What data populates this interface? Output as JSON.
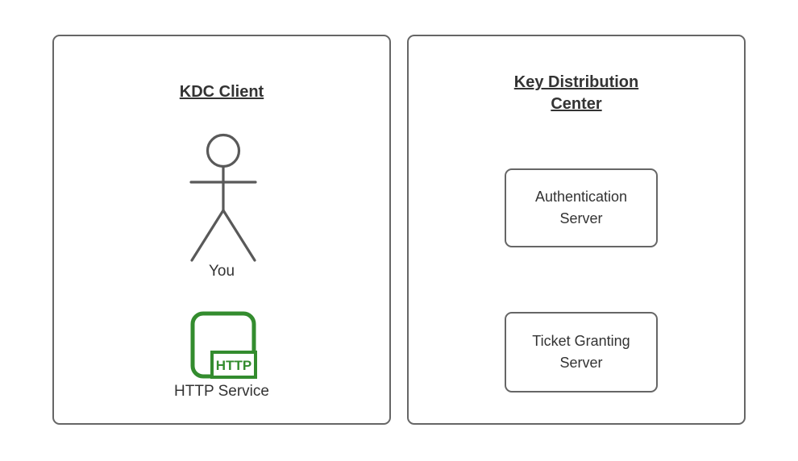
{
  "left_panel": {
    "title": "KDC Client",
    "actor_label": "You",
    "service_label": "HTTP Service",
    "service_badge": "HTTP"
  },
  "right_panel": {
    "title": "Key Distribution Center",
    "boxes": [
      {
        "label": "Authentication Server"
      },
      {
        "label": "Ticket Granting Server"
      }
    ]
  },
  "colors": {
    "background": "#ffffff",
    "panel_border": "#666666",
    "actor_stroke": "#595959",
    "text": "#333333",
    "service_green": "#338C2E"
  }
}
